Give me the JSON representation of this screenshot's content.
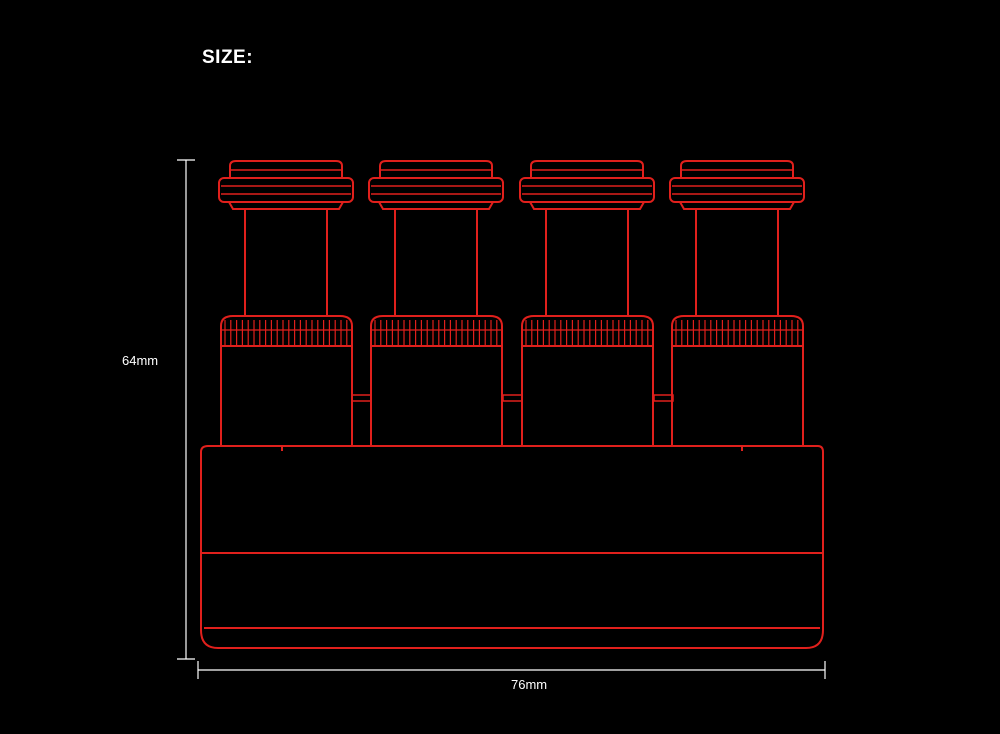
{
  "header": {
    "title": "SIZE:"
  },
  "dimensions": {
    "height_label": "64mm",
    "width_label": "76mm"
  },
  "colors": {
    "outline": "#e0201c",
    "dimension_line": "#ffffff",
    "background": "#000000"
  },
  "product": {
    "keys": 4
  }
}
